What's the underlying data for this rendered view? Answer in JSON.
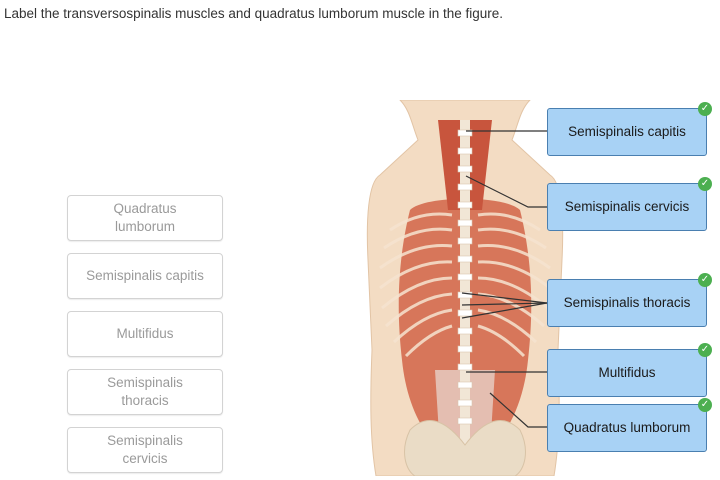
{
  "instruction": "Label the transversospinalis muscles and quadratus lumborum muscle in the figure.",
  "word_bank": [
    {
      "label": "Quadratus lumborum"
    },
    {
      "label": "Semispinalis capitis"
    },
    {
      "label": "Multifidus"
    },
    {
      "label": "Semispinalis thoracis"
    },
    {
      "label": "Semispinalis cervicis"
    }
  ],
  "targets": [
    {
      "label": "Semispinalis capitis",
      "status": "correct"
    },
    {
      "label": "Semispinalis cervicis",
      "status": "correct"
    },
    {
      "label": "Semispinalis thoracis",
      "status": "correct"
    },
    {
      "label": "Multifidus",
      "status": "correct"
    },
    {
      "label": "Quadratus lumborum",
      "status": "correct"
    }
  ],
  "colors": {
    "target_fill": "#a8d2f5",
    "target_border": "#4a7fb0",
    "check_green": "#4caf50",
    "bank_text": "#9a9a9a",
    "muscle": "#c8553d",
    "skin": "#f3dcc3"
  },
  "icons": {
    "check": "check-icon"
  }
}
